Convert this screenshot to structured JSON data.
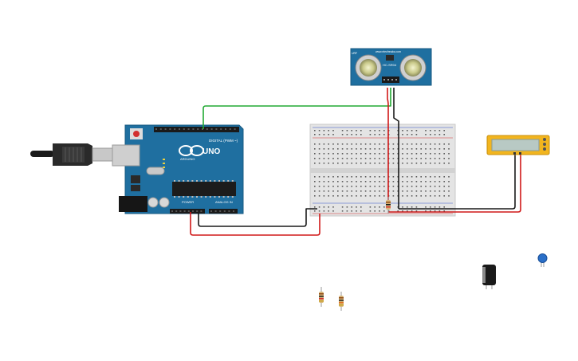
{
  "arduino": {
    "logo_text": "UNO",
    "brand_text": "ARDUINO",
    "digital_label": "DIGITAL (PWM ~)",
    "power_label": "POWER",
    "analog_label": "ANALOG IN",
    "board_color": "#1f6fa0"
  },
  "sensor": {
    "label": "HC-SR04",
    "site": "www.elecfreaks.com",
    "tag": "URF",
    "board_color": "#1f6fa0"
  },
  "wires": {
    "signal_color": "#22aa33",
    "power_color": "#d01818",
    "ground_color": "#1a1a1a"
  },
  "lcd": {
    "frame_color": "#f2b51e",
    "screen_color": "#b8c9c4"
  },
  "breadboard": {
    "body_color": "#e4e4e4",
    "rail_red": "#d43030",
    "rail_blue": "#3050c8"
  }
}
